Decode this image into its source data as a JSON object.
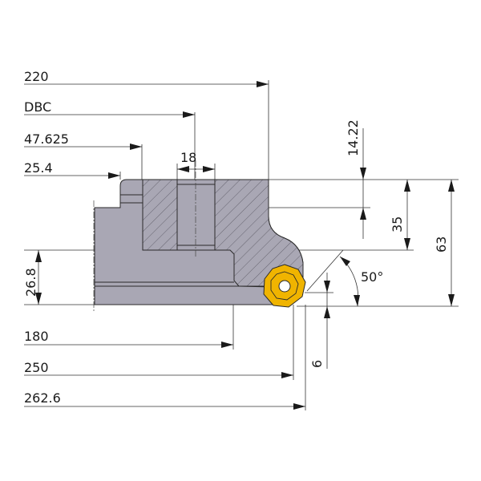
{
  "title": "Face mill cutter dimensional drawing",
  "colors": {
    "body": "#a9a7b4",
    "insert": "#f0b400",
    "outline": "#2a2a2a"
  },
  "dimensions": {
    "d220": "220",
    "dbc": "DBC",
    "d47625": "47.625",
    "d254": "25.4",
    "d18": "18",
    "d1422": "14.22",
    "d35": "35",
    "d63": "63",
    "d268": "26.8",
    "d180": "180",
    "d250": "250",
    "d2626": "262.6",
    "d6": "6",
    "angle": "50°"
  }
}
